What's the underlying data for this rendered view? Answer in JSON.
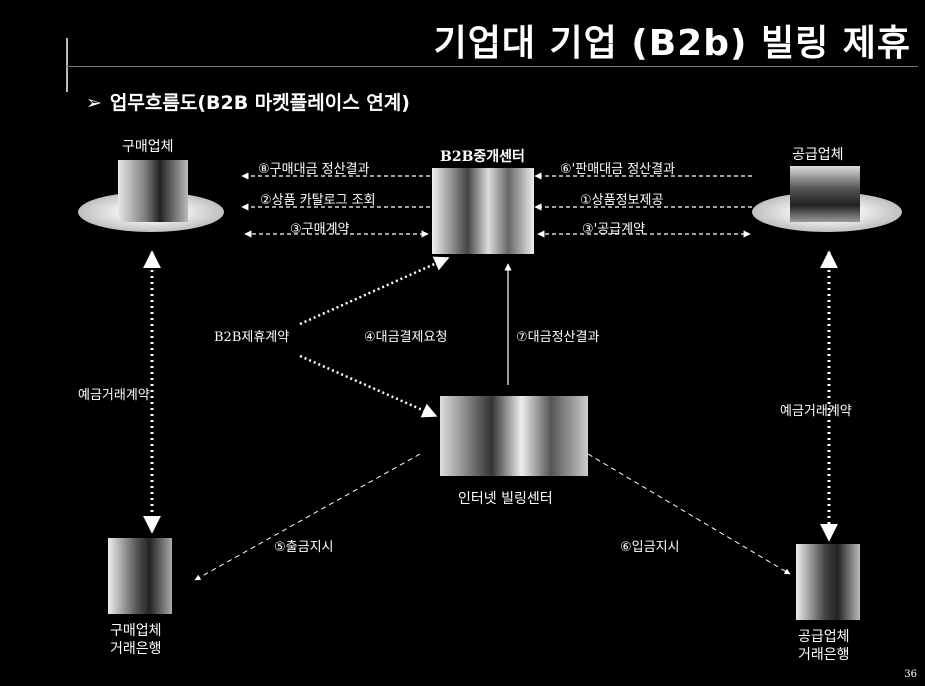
{
  "header": {
    "title": "기업대 기업 (B2b) 빌링 제휴",
    "subtitle": "업무흐름도(B2B 마켓플레이스 연계)",
    "page_number": "36"
  },
  "nodes": {
    "buyer": "구매업체",
    "b2b_center": "B2B중개센터",
    "supplier": "공급업체",
    "billing_center": "인터넷 빌링센터",
    "buyer_bank_line1": "구매업체",
    "buyer_bank_line2": "거래은행",
    "supplier_bank_line1": "공급업체",
    "supplier_bank_line2": "거래은행"
  },
  "edges": {
    "e8": "⑧구매대금 정산결과",
    "e2": "②상품 카탈로그 조회",
    "e3": "③구매계약",
    "e6p": "⑥'판매대금 정산결과",
    "e1": "①상품정보제공",
    "e3p": "③'공급계약",
    "b2b_contract": "B2B제휴계약",
    "e4": "④대금결제요청",
    "e7": "⑦대금정산결과",
    "buyer_deposit": "예금거래계약",
    "supplier_deposit": "예금거래계약",
    "e5": "⑤출금지시",
    "e6": "⑥입금지시"
  }
}
